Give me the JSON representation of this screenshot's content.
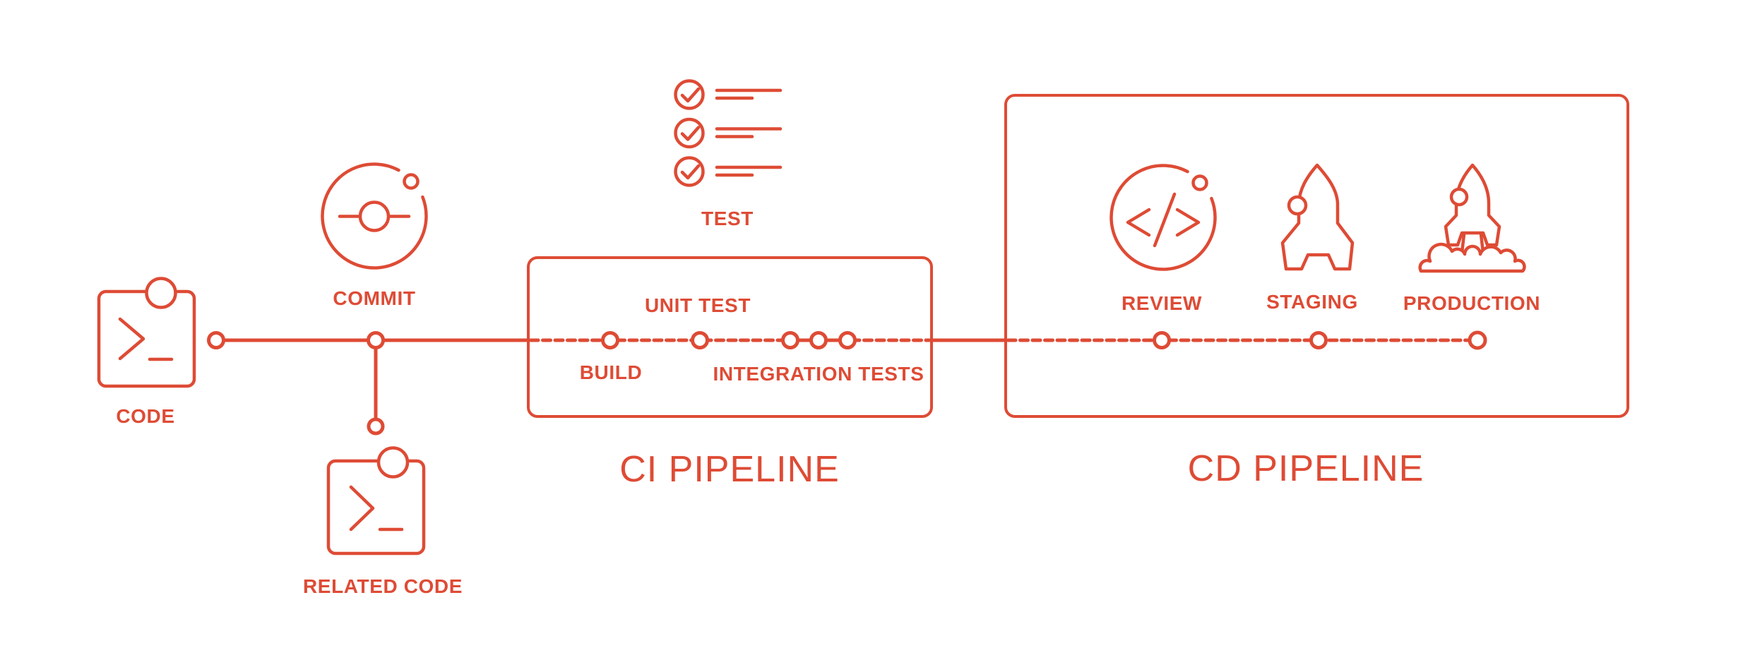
{
  "accent_color": "#DE4B35",
  "background_color": "#FFFFFF",
  "stages": {
    "code": "CODE",
    "commit": "COMMIT",
    "related_code": "RELATED CODE",
    "test": "TEST",
    "unit_test": "UNIT TEST",
    "build": "BUILD",
    "integration_tests": "INTEGRATION TESTS",
    "review": "REVIEW",
    "staging": "STAGING",
    "production": "PRODUCTION"
  },
  "sections": {
    "ci_title": "CI PIPELINE",
    "cd_title": "CD PIPELINE"
  }
}
